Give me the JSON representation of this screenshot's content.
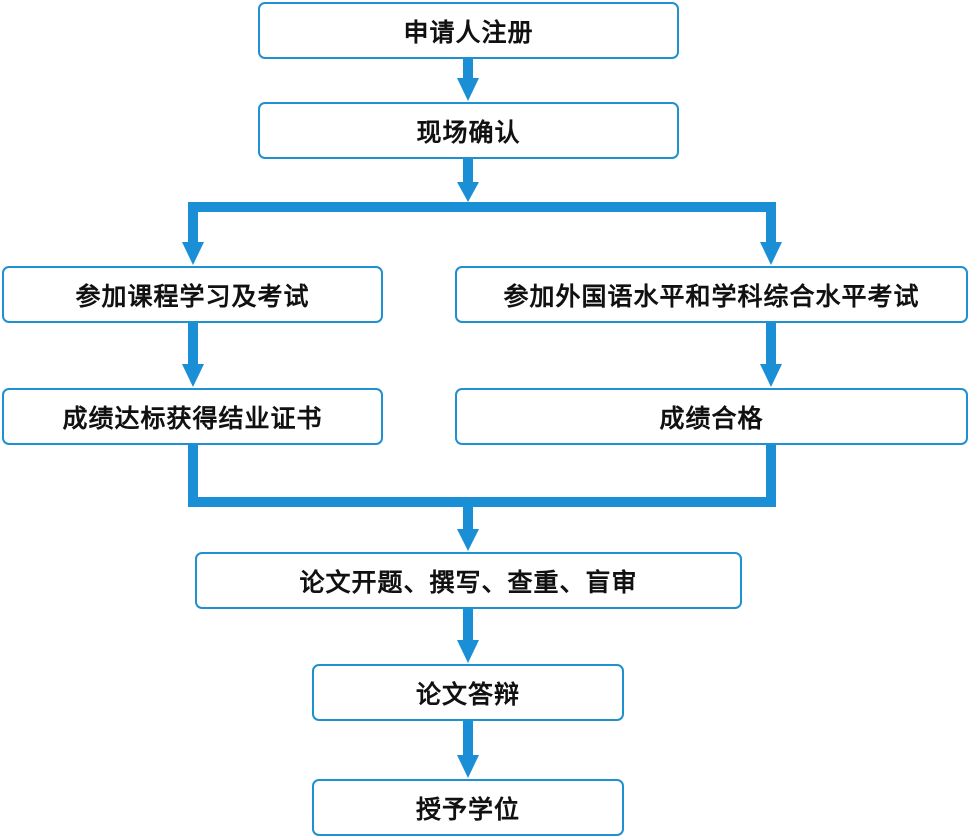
{
  "nodes": {
    "register": "申请人注册",
    "confirm": "现场确认",
    "course": "参加课程学习及考试",
    "exam": "参加外国语水平和学科综合水平考试",
    "certificate": "成绩达标获得结业证书",
    "pass": "成绩合格",
    "thesis": "论文开题、撰写、查重、盲审",
    "defense": "论文答辩",
    "degree": "授予学位"
  },
  "colors": {
    "connector": "#1a8fd6",
    "node_border": "#1f90d0"
  }
}
